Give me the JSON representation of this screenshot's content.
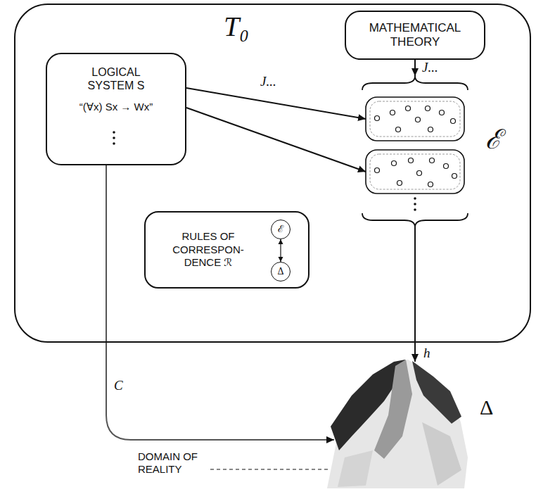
{
  "diagram": {
    "nodes": [
      {
        "text": [
          "T₀"
        ]
      },
      {
        "text": [
          "MATHEMATICAL THEORY"
        ],
        "in": 0
      },
      {
        "text": [
          "LOGICAL SYSTEM S",
          "“(∀x) Sx → Wx”"
        ],
        "in": 0
      },
      {
        "text": [
          "ℰ"
        ],
        "in": 0
      },
      {
        "text": [
          "RULES OF CORRESPON- DENCE ℛ"
        ],
        "in": 0
      },
      {
        "text": [
          "ℰ"
        ],
        "in": 4
      },
      {
        "text": [
          "Δ"
        ],
        "in": 4
      },
      {
        "text": [
          "Δ",
          "DOMAIN OF REALITY"
        ]
      }
    ],
    "edges": [
      {
        "from": 1,
        "to": 3,
        "arrow": "to",
        "label": "J..."
      },
      {
        "from": 2,
        "to": 3,
        "arrow": "to",
        "label": "J..."
      },
      {
        "from": 2,
        "to": 3,
        "arrow": "to"
      },
      {
        "from": 5,
        "to": 6,
        "arrow": "both"
      },
      {
        "from": 3,
        "to": 7,
        "arrow": "to",
        "label": "h"
      },
      {
        "from": 2,
        "to": 7,
        "arrow": "to",
        "label": "C"
      }
    ]
  }
}
